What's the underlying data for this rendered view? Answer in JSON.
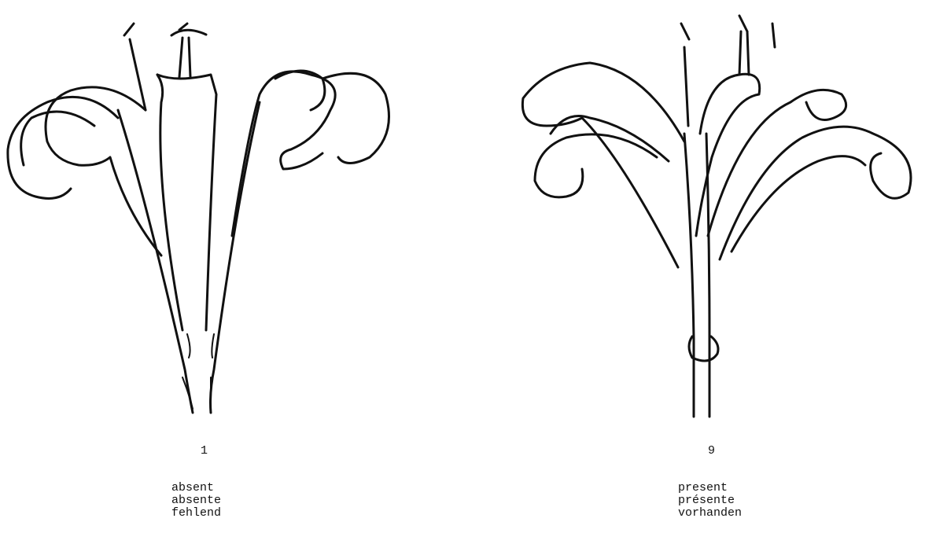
{
  "figures": [
    {
      "number": "1",
      "labels": [
        "absent",
        "absente",
        "fehlend"
      ]
    },
    {
      "number": "9",
      "labels": [
        "present",
        "présente",
        "vorhanden"
      ]
    }
  ]
}
